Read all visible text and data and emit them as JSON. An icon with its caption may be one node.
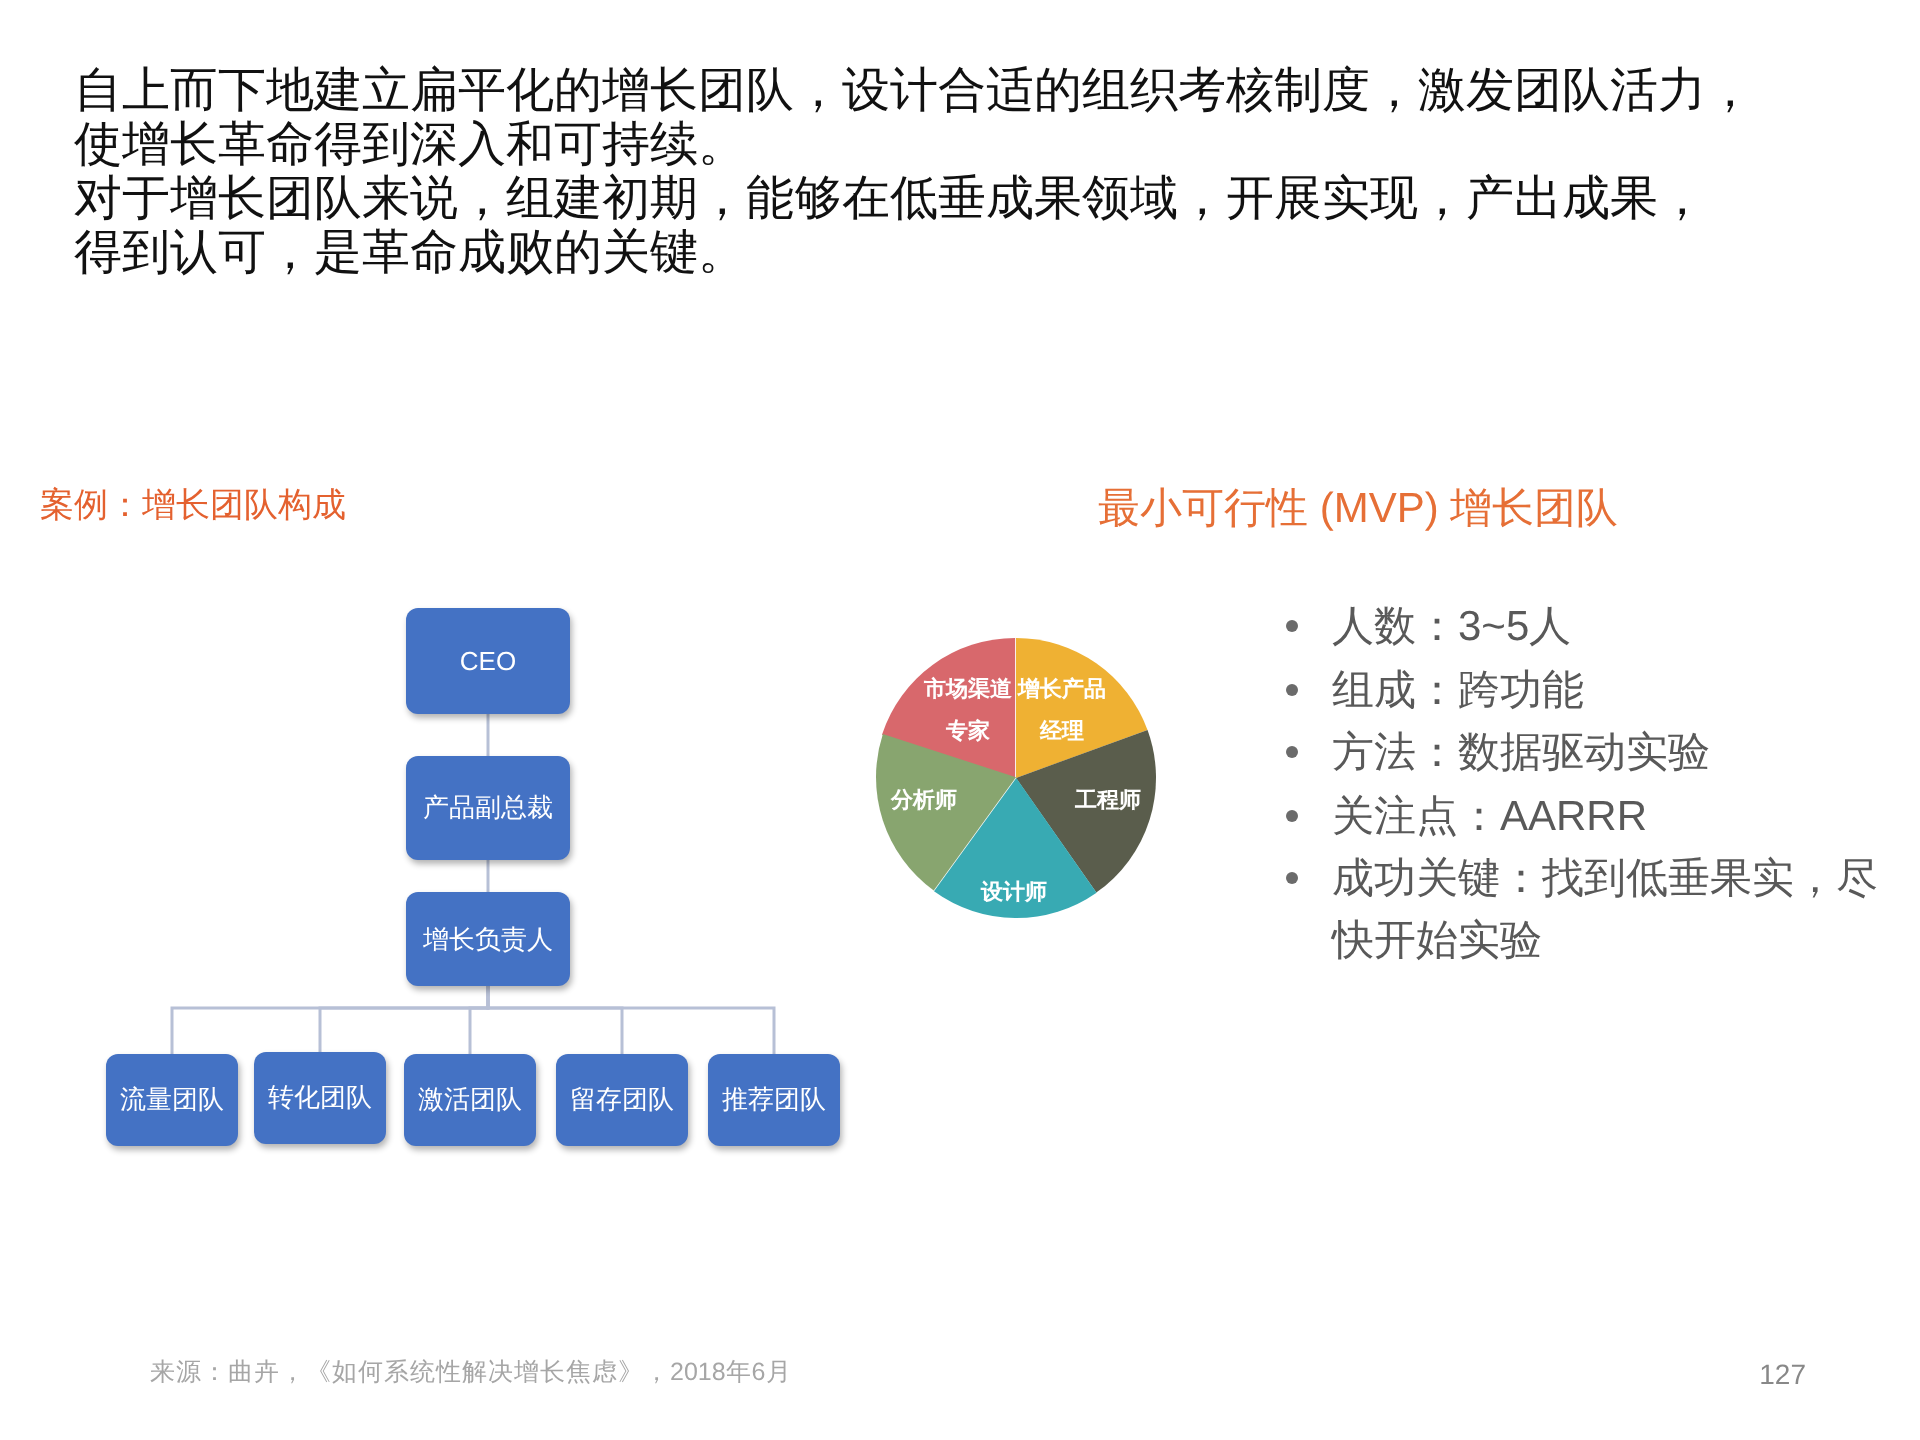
{
  "diagram": {
    "nodes": [
      {
        "text": [
          "CEO"
        ]
      },
      {
        "text": [
          "产品副总裁"
        ]
      },
      {
        "text": [
          "增长负责人"
        ]
      },
      {
        "text": [
          "流量团队"
        ]
      },
      {
        "text": [
          "转化团队"
        ]
      },
      {
        "text": [
          "激活团队"
        ]
      },
      {
        "text": [
          "留存团队"
        ]
      },
      {
        "text": [
          "推荐团队"
        ]
      },
      {
        "text": [
          "市场渠道专家"
        ]
      },
      {
        "text": [
          "增长产品经理"
        ]
      },
      {
        "text": [
          "分析师"
        ]
      },
      {
        "text": [
          "工程师"
        ]
      },
      {
        "text": [
          "设计师"
        ]
      }
    ],
    "edges": [
      {
        "from": 0,
        "to": 1,
        "arrow": "none"
      },
      {
        "from": 1,
        "to": 2,
        "arrow": "none"
      },
      {
        "from": 2,
        "to": 3,
        "arrow": "none"
      },
      {
        "from": 2,
        "to": 4,
        "arrow": "none"
      },
      {
        "from": 2,
        "to": 5,
        "arrow": "none"
      },
      {
        "from": 2,
        "to": 6,
        "arrow": "none"
      },
      {
        "from": 2,
        "to": 7,
        "arrow": "none"
      }
    ],
    "labels": [
      "自上而下地建立扁平化的增长团队，设计合适的组织考核制度，激发团队活力，使增长革命得到深入和可持续。",
      "对于增长团队来说，组建初期，能够在低垂成果领域，开展实现，产出成果，得到认可，是革命成败的关键。",
      "案例：增长团队构成",
      "最小可行性 (MVP) 增长团队",
      "人数：3~5人",
      "组成：跨功能",
      "方法：数据驱动实验",
      "关注点：AARRR",
      "成功关键：找到低垂果实，尽快开始实验",
      "来源：曲卉，《如何系统性解决增长焦虑》，2018年6月",
      "127"
    ]
  }
}
